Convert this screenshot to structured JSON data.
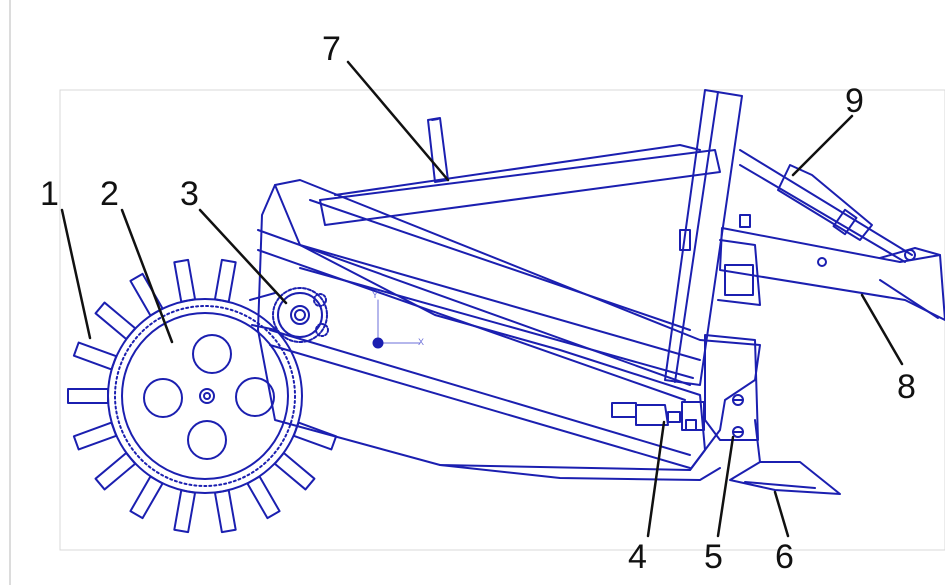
{
  "colors": {
    "drawing_line": "#1b1fb0",
    "callout_text": "#111111",
    "frame_border": "#d9d9d9",
    "left_ruler": "#d0d0d0"
  },
  "axis_triad": {
    "y_label": "Y",
    "x_label": "X"
  },
  "callouts": [
    {
      "id": "1",
      "label": "1"
    },
    {
      "id": "2",
      "label": "2"
    },
    {
      "id": "3",
      "label": "3"
    },
    {
      "id": "4",
      "label": "4"
    },
    {
      "id": "5",
      "label": "5"
    },
    {
      "id": "6",
      "label": "6"
    },
    {
      "id": "7",
      "label": "7"
    },
    {
      "id": "8",
      "label": "8"
    },
    {
      "id": "9",
      "label": "9"
    }
  ]
}
